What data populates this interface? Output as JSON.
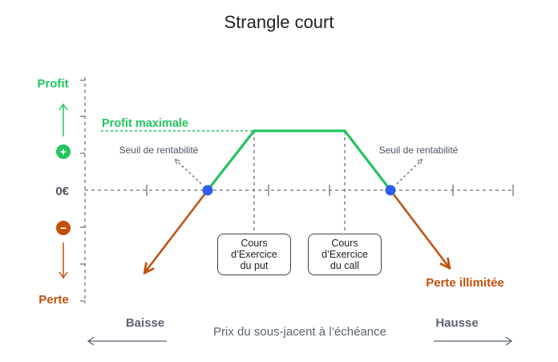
{
  "title": "Strangle court",
  "axis": {
    "profit_label": "Profit",
    "loss_label": "Perte",
    "zero_label": "0€",
    "plus_symbol": "+",
    "minus_symbol": "−",
    "x_label": "Prix du sous-jacent à l’échéance",
    "left_label": "Baisse",
    "right_label": "Hausse"
  },
  "annotations": {
    "max_profit": "Profit maximale",
    "breakeven_left": "Seuil de rentabilité",
    "breakeven_right": "Seuil de rentabilité",
    "unlimited_loss": "Perte illimitée"
  },
  "strikes": {
    "put": [
      "Cours",
      "d’Exercice",
      "du put"
    ],
    "call": [
      "Cours",
      "d’Exercice",
      "du call"
    ]
  },
  "colors": {
    "profit": "#22c55e",
    "loss": "#c2500c",
    "point": "#2f5cf0",
    "axis": "#6b7280",
    "text": "#222222",
    "muted": "#6b7280"
  }
}
